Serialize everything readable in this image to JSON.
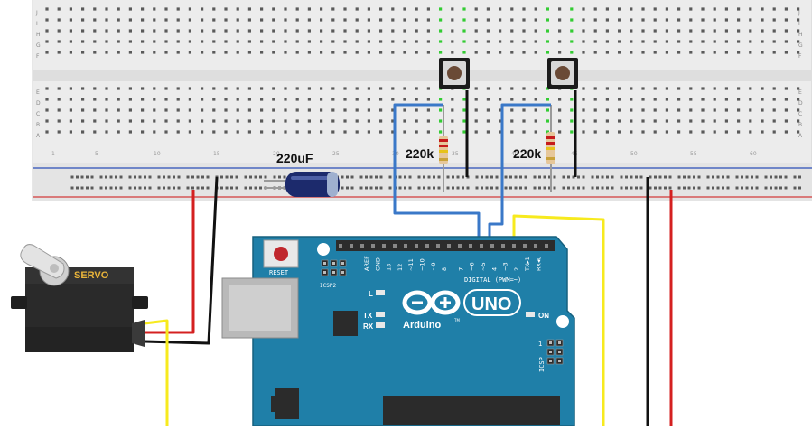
{
  "labels": {
    "capacitor": "220uF",
    "resistor_left": "220k",
    "resistor_right": "220k",
    "servo": "SERVO"
  },
  "breadboard": {
    "row_letters_top": [
      "J",
      "I",
      "H",
      "G",
      "F"
    ],
    "row_letters_bottom": [
      "E",
      "D",
      "C",
      "B",
      "A"
    ],
    "column_numbers": [
      "1",
      "5",
      "10",
      "15",
      "20",
      "25",
      "30",
      "35",
      "40",
      "45",
      "50",
      "55",
      "60"
    ]
  },
  "arduino": {
    "brand": "Arduino",
    "tm": "TM",
    "model": "UNO",
    "reset": "RESET",
    "icsp2": "ICSP2",
    "icsp": "ICSP",
    "digital": "DIGITAL (PWM=~)",
    "on": "ON",
    "led_l": "L",
    "led_tx": "TX",
    "led_rx": "RX",
    "pin_labels": [
      "AREF",
      "GND",
      "13",
      "12",
      "~11",
      "~10",
      "~9",
      "8",
      "7",
      "~6",
      "~5",
      "4",
      "~3",
      "2",
      "TX▸1",
      "RX◂0"
    ],
    "icsp_pin": "1"
  },
  "colors": {
    "board": "#1f7fa8",
    "board_edge": "#16607f",
    "wire_blue": "#3a78c8",
    "wire_red": "#d42020",
    "wire_black": "#111111",
    "wire_yellow": "#f7ea1e",
    "breadboard": "#ececec",
    "rail_red": "#d23b3b",
    "rail_blue": "#2a4db8",
    "hole": "#5a5a5a",
    "hole_active": "#33cc33"
  }
}
